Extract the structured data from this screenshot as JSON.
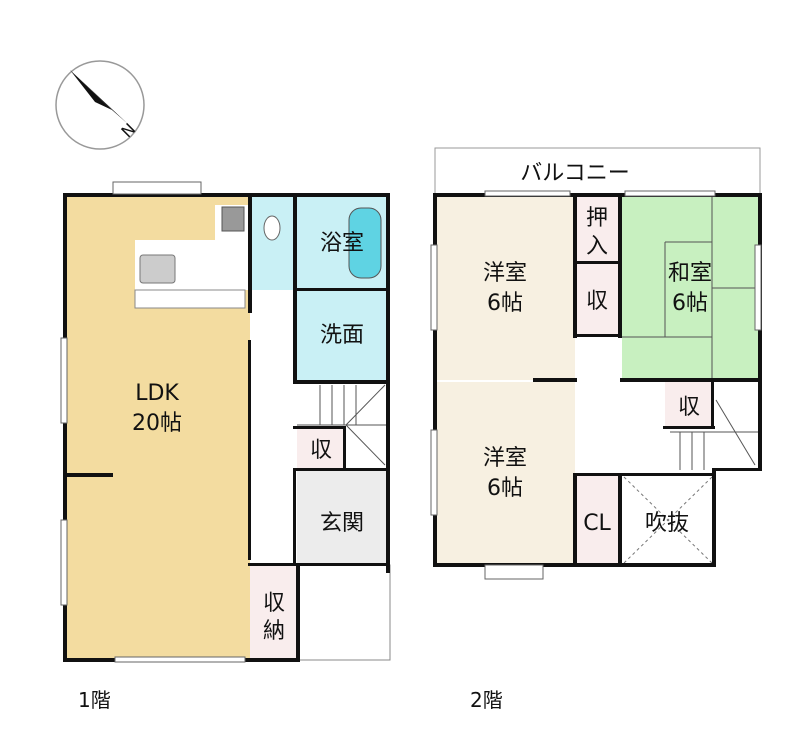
{
  "compass": {
    "label": "N",
    "icon": "north-arrow-icon"
  },
  "floor1": {
    "label": "1階",
    "rooms": {
      "ldk": {
        "name": "LDK",
        "size": "20帖"
      },
      "bath": {
        "name": "浴室"
      },
      "washroom": {
        "name": "洗面"
      },
      "storage": {
        "name": "収"
      },
      "entrance": {
        "name": "玄関"
      },
      "closet": {
        "line1": "収",
        "line2": "納"
      }
    }
  },
  "floor2": {
    "label": "2階",
    "balcony": "バルコニー",
    "rooms": {
      "western1": {
        "name": "洋室",
        "size": "6帖"
      },
      "western2": {
        "name": "洋室",
        "size": "6帖"
      },
      "japanese": {
        "name": "和室",
        "size": "6帖"
      },
      "oshiire": {
        "line1": "押",
        "line2": "入"
      },
      "storage1": {
        "name": "収"
      },
      "storage2": {
        "name": "収"
      },
      "cl": {
        "name": "CL"
      },
      "void": {
        "name": "吹抜"
      }
    }
  },
  "colors": {
    "ldk": "#f3dca0",
    "wet": "#c9f0f5",
    "western": "#f7f0e1",
    "japanese": "#c8f0c0",
    "storage": "#f9eded",
    "entrance": "#ececec",
    "wall": "#111111"
  }
}
